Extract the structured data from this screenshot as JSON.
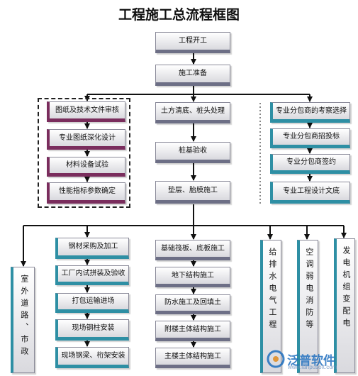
{
  "title": "工程施工总流程框图",
  "boxes": {
    "start": "工程开工",
    "prep": "施工准备",
    "left1": "图纸及技术文件审核",
    "left2": "专业图纸深化设计",
    "left3": "材料设备试验",
    "left4": "性能指标参数确定",
    "mid1": "土方清底、桩头处理",
    "mid2": "桩基验收",
    "mid3": "垫层、胎膜施工",
    "right1": "专业分包商的考察选择",
    "right2": "专业分包商招投标",
    "right3": "专业分包商签约",
    "right4": "专业工程设计文底",
    "road": "室外道路、市政",
    "steel1": "钢材采购及加工",
    "steel2": "工厂内试拼装及验收",
    "steel3": "打包运输进场",
    "steel4": "现场钢柱安装",
    "steel5": "现场钢梁、桁架安装",
    "main1": "基础筏板、底板施工",
    "main2": "地下结构施工",
    "main3": "防水施工及回填土",
    "main4": "附楼主体结构施工",
    "main5": "主楼主体结构施工",
    "v1": "给排水电气工程",
    "v2": "空调弱电消防等",
    "v3": "发电机组变配电"
  },
  "watermark": {
    "brand": "泛普软件",
    "url": "www.fanpusoft.com"
  },
  "colors": {
    "box_accent": "#6d6f86",
    "left_accent": "#7a2d5d",
    "right_accent": "#2e8fa4",
    "line": "#111111"
  }
}
